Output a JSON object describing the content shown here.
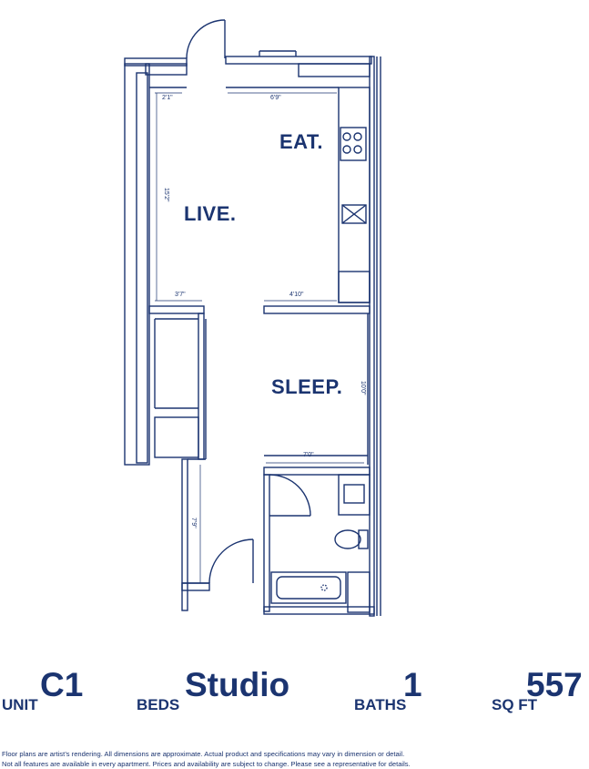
{
  "floorplan": {
    "rooms": {
      "eat": "EAT.",
      "live": "LIVE.",
      "sleep": "SLEEP."
    },
    "dimensions": {
      "d1": "2'1\"",
      "d2": "6'9\"",
      "d3": "15'2\"",
      "d4": "3'7\"",
      "d5": "4'10\"",
      "d6": "10'0\"",
      "d7": "7'0\"",
      "d8": "7'9\""
    }
  },
  "specs": {
    "unit_label": "UNIT",
    "unit_value": "C1",
    "beds_label": "BEDS",
    "beds_value": "Studio",
    "baths_label": "BATHS",
    "baths_value": "1",
    "sqft_label": "SQ FT",
    "sqft_value": "557"
  },
  "disclaimer": {
    "line1": "Floor plans are artist’s rendering. All dimensions are approximate. Actual product and specifications may vary in dimension or detail.",
    "line2": "Not all features are available in every apartment. Prices and availability are subject to change. Please see a representative for details."
  },
  "colors": {
    "ink": "#1b3470"
  }
}
